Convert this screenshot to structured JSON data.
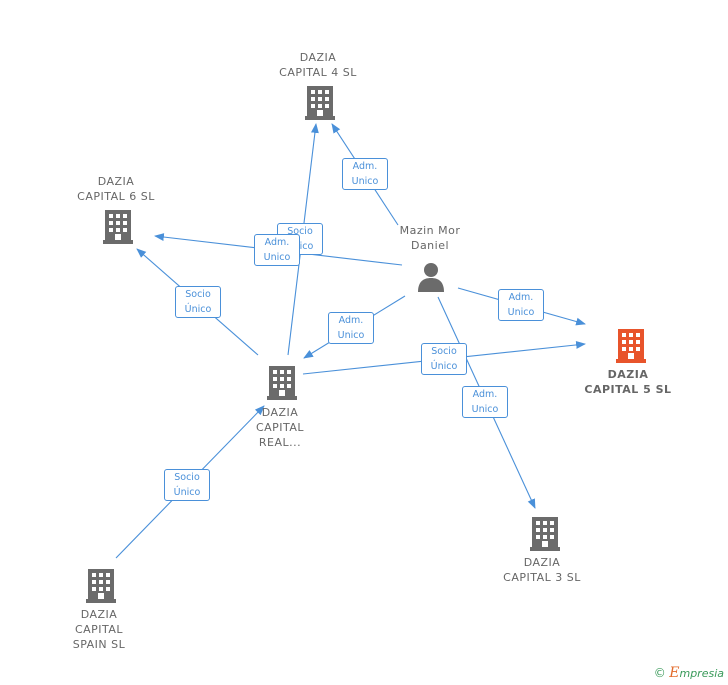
{
  "colors": {
    "edge": "#4a90d9",
    "node": "#6b6b6b",
    "highlight": "#e8542b",
    "text": "#666666"
  },
  "nodes": {
    "dazia_capital_4": {
      "label": "DAZIA\nCAPITAL 4  SL",
      "icon": "building-icon"
    },
    "dazia_capital_6": {
      "label": "DAZIA\nCAPITAL 6  SL",
      "icon": "building-icon"
    },
    "mazin_mor_daniel": {
      "label": "Mazin Mor\nDaniel",
      "icon": "person-icon"
    },
    "dazia_capital_5": {
      "label": "DAZIA\nCAPITAL 5  SL",
      "icon": "building-icon"
    },
    "dazia_capital_real": {
      "label": "DAZIA\nCAPITAL\nREAL...",
      "icon": "building-icon"
    },
    "dazia_capital_3": {
      "label": "DAZIA\nCAPITAL 3  SL",
      "icon": "building-icon"
    },
    "dazia_capital_spain": {
      "label": "DAZIA\nCAPITAL\nSPAIN  SL",
      "icon": "building-icon"
    }
  },
  "edges": {
    "mazin_to_c4": "Adm.\nUnico",
    "real_to_c4": "Socio\nÚnico",
    "mazin_to_c6": "Adm.\nUnico",
    "real_to_c6": "Socio\nÚnico",
    "mazin_to_c5": "Adm.\nUnico",
    "mazin_to_real": "Adm.\nUnico",
    "real_to_c5": "Socio\nÚnico",
    "mazin_to_c3": "Adm.\nUnico",
    "spain_to_real": "Socio\nÚnico"
  },
  "footer": {
    "copyright": "©",
    "brand_first": "E",
    "brand_rest": "mpresia"
  }
}
